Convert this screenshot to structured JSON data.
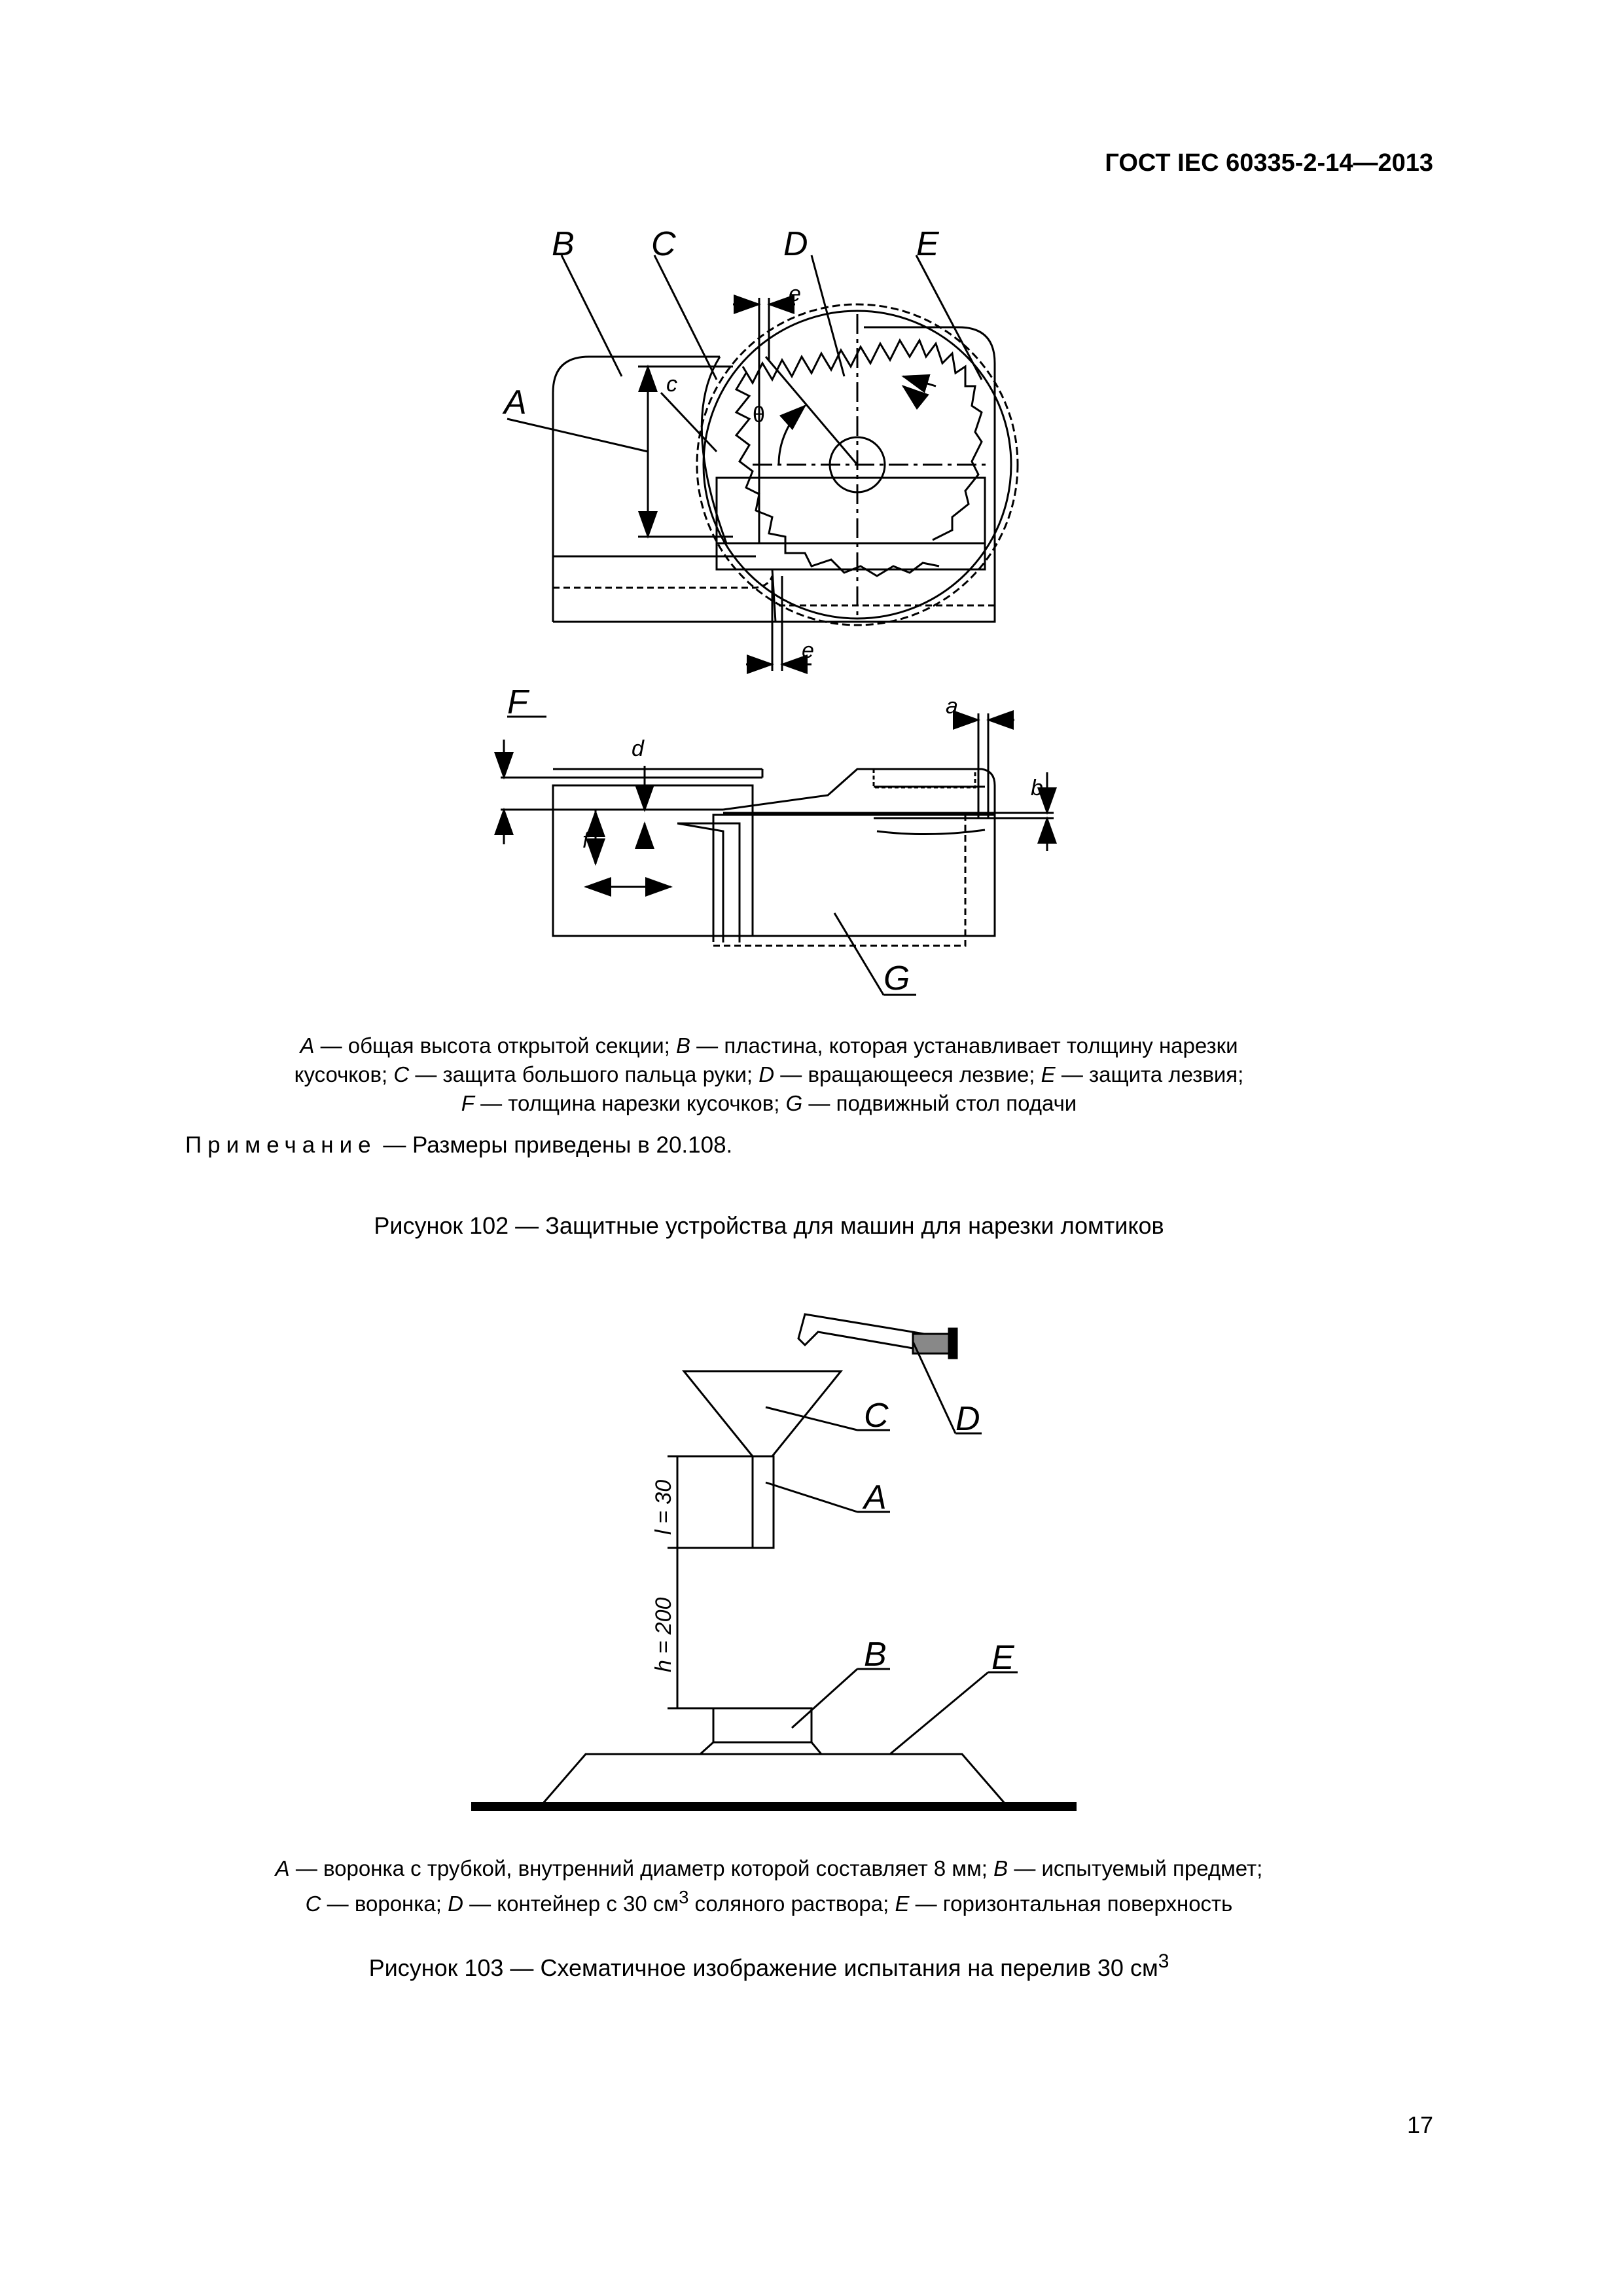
{
  "header": {
    "standard": "ГОСТ IEC 60335-2-14—2013"
  },
  "figure102": {
    "labels": {
      "A": "A",
      "B": "B",
      "C": "C",
      "D": "D",
      "E": "E",
      "F": "F",
      "G": "G"
    },
    "dims": {
      "e1": "e",
      "e2": "e",
      "c": "c",
      "theta": "θ",
      "a": "a",
      "b": "b",
      "d": "d",
      "f": "f"
    },
    "legend": [
      {
        "key": "A",
        "text": " — общая высота открытой секции; "
      },
      {
        "key": "B",
        "text": " — пластина, которая устанавливает толщину нарезки"
      },
      {
        "text": "кусочков; "
      },
      {
        "key": "C",
        "text": " — защита большого пальца руки; "
      },
      {
        "key": "D",
        "text": " — вращающееся лезвие; "
      },
      {
        "key": "E",
        "text": " — защита лезвия;"
      },
      {
        "key": "F",
        "text": " — толщина нарезки кусочков; "
      },
      {
        "key": "G",
        "text": " — подвижный стол подачи"
      }
    ],
    "note_label": "Примечание",
    "note_text": " — Размеры приведены в 20.108.",
    "title": "Рисунок 102 — Защитные устройства для машин для нарезки ломтиков"
  },
  "figure103": {
    "labels": {
      "A": "A",
      "B": "B",
      "C": "C",
      "D": "D",
      "E": "E"
    },
    "dims": {
      "l": "l = 30",
      "h": "h = 200"
    },
    "legend": [
      {
        "key": "A",
        "text": " — воронка с трубкой, внутренний диаметр которой составляет 8 мм; "
      },
      {
        "key": "B",
        "text": " — испытуемый предмет;"
      },
      {
        "key": "C",
        "text": " — воронка; "
      },
      {
        "key": "D",
        "text": " — контейнер с 30 см"
      },
      {
        "text": " соляного раствора; "
      },
      {
        "key": "E",
        "text": " — горизонтальная поверхность"
      }
    ],
    "title_main": "Рисунок 103 — Схематичное изображение испытания на перелив 30 см",
    "title_sup": "3",
    "legend_sup": "3"
  },
  "page_number": "17"
}
